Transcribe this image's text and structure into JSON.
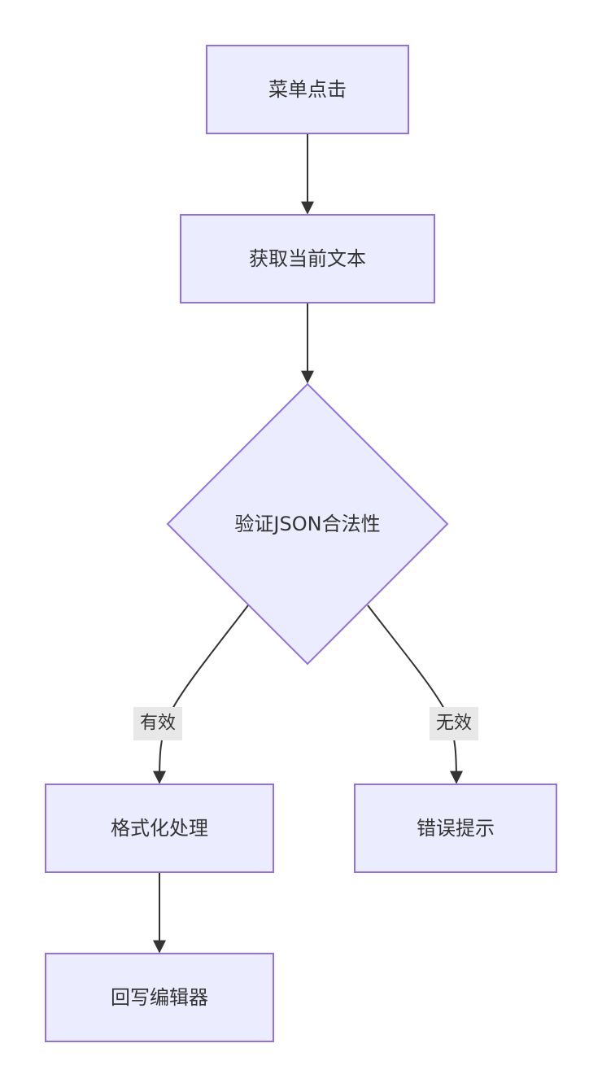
{
  "nodes": {
    "menu_click": "菜单点击",
    "get_text": "获取当前文本",
    "validate_json": "验证JSON合法性",
    "format": "格式化处理",
    "error_tip": "错误提示",
    "write_back": "回写编辑器"
  },
  "edges": {
    "valid": "有效",
    "invalid": "无效"
  },
  "colors": {
    "node_fill": "#ECECFF",
    "node_stroke": "#9370DB",
    "edge": "#333333",
    "edge_label_bg": "#e8e8e8",
    "text": "#333333"
  }
}
